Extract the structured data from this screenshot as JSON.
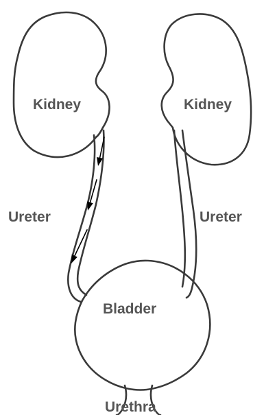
{
  "labels": {
    "kidney_left": "Kidney",
    "kidney_right": "Kidney",
    "ureter_left": "Ureter",
    "ureter_right": "Ureter",
    "bladder": "Bladder",
    "urethra": "Urethra"
  },
  "colors": {
    "outline": "#3a3a3a",
    "label_text": "#555555",
    "arrow": "#000000"
  },
  "flow_arrows": {
    "count": 3,
    "side": "left ureter",
    "direction": "downward toward bladder"
  }
}
